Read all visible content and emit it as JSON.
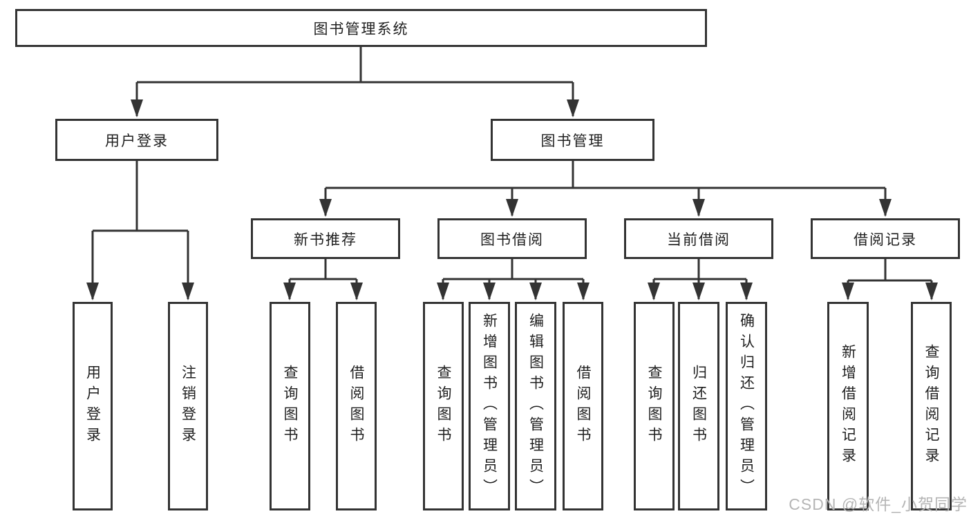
{
  "diagram": {
    "type": "tree",
    "title": "图书管理系统",
    "tree": {
      "root": {
        "label": "图书管理系统"
      },
      "branches": [
        {
          "label": "用户登录",
          "children": [
            {
              "label": "用户登录"
            },
            {
              "label": "注销登录"
            }
          ]
        },
        {
          "label": "图书管理",
          "children": [
            {
              "label": "新书推荐",
              "children": [
                {
                  "label": "查询图书"
                },
                {
                  "label": "借阅图书"
                }
              ]
            },
            {
              "label": "图书借阅",
              "children": [
                {
                  "label": "查询图书"
                },
                {
                  "label": "新增图书（管理员）"
                },
                {
                  "label": "编辑图书（管理员）"
                },
                {
                  "label": "借阅图书"
                }
              ]
            },
            {
              "label": "当前借阅",
              "children": [
                {
                  "label": "查询图书"
                },
                {
                  "label": "归还图书"
                },
                {
                  "label": "确认归还（管理员）"
                }
              ]
            },
            {
              "label": "借阅记录",
              "children": [
                {
                  "label": "新增借阅记录"
                },
                {
                  "label": "查询借阅记录"
                }
              ]
            }
          ]
        }
      ]
    },
    "colors": {
      "line": "#333333",
      "box_border": "#333333",
      "text": "#1f1f1f",
      "background": "#ffffff",
      "watermark": "#b5b5b5"
    }
  },
  "watermark": "CSDN @软件_小贺同学"
}
